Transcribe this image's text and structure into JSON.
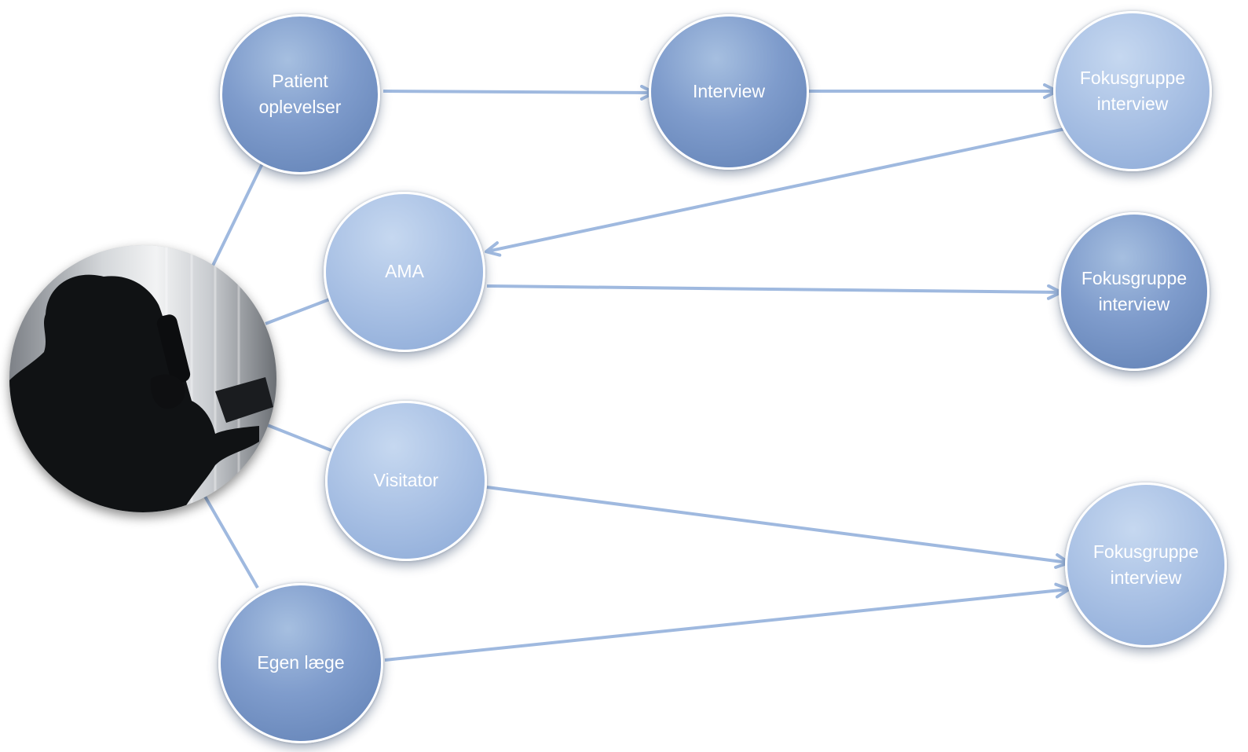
{
  "nodes": {
    "patient": "Patient\noplevelser",
    "interview": "Interview",
    "fokus_top": "Fokusgruppe\ninterview",
    "ama": "AMA",
    "fokus_mid": "Fokusgruppe\ninterview",
    "visitator": "Visitator",
    "fokus_bottom": "Fokusgruppe\ninterview",
    "egen_laege": "Egen læge"
  },
  "colors": {
    "connector": "#9fb9df",
    "node_dark": "#6f8fc2",
    "node_light": "#a8c0e4",
    "node_text": "#ffffff"
  },
  "photo": {
    "icon": "elderly-person-on-phone-silhouette-icon"
  }
}
